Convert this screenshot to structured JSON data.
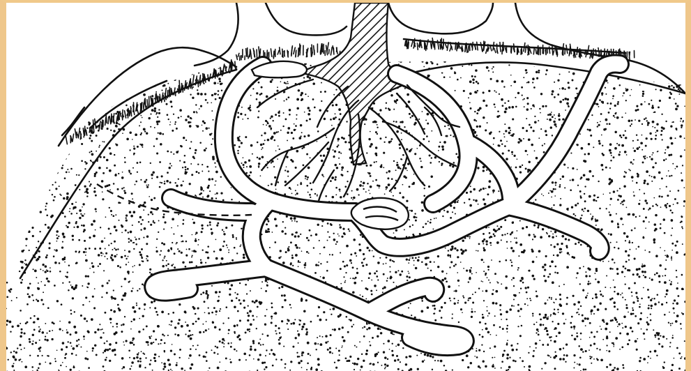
{
  "figure": {
    "style": "black-and-white line drawing",
    "frame_color": "#efc78b",
    "ink_color": "#111111",
    "paper_color": "#ffffff",
    "parts": [
      "tree-trunk",
      "surface-vegetation",
      "soil-stippling",
      "underground-tunnels",
      "tree-roots",
      "nest-chamber"
    ]
  }
}
